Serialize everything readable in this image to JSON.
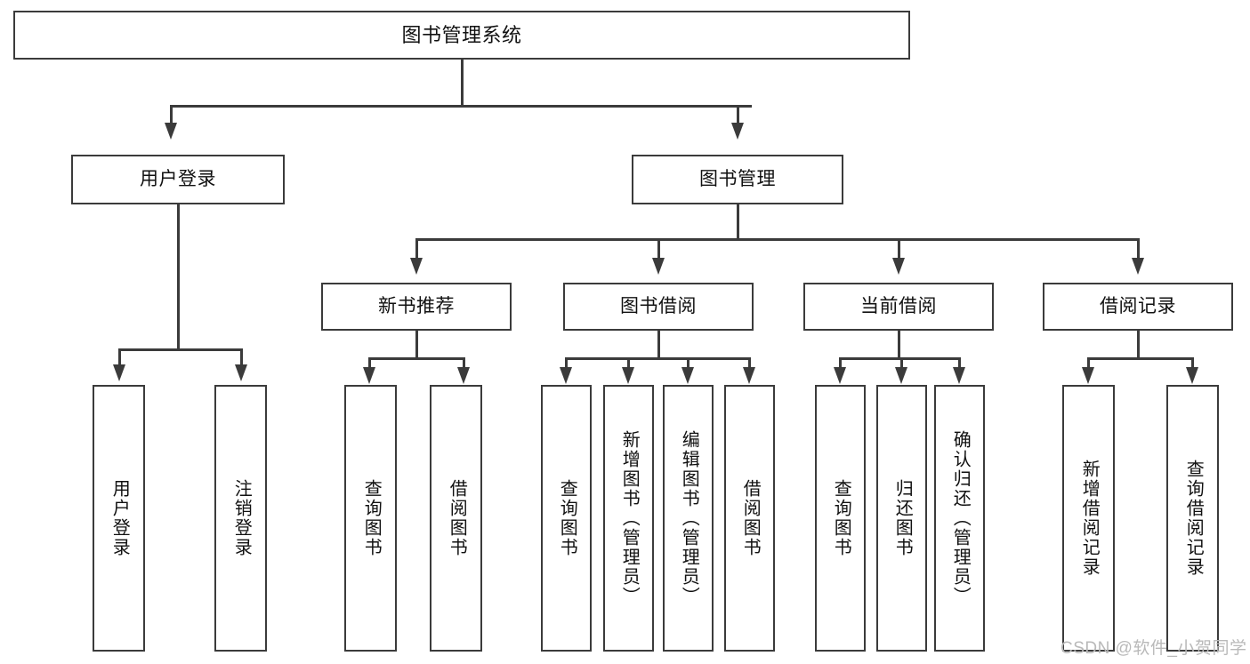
{
  "diagram": {
    "title": "图书管理系统",
    "type": "hierarchy-tree",
    "levels": 4,
    "colors": {
      "border": "#3b3b3b",
      "fill": "#ffffff",
      "text": "#111111",
      "watermark": "#b9b9b9"
    },
    "root": {
      "id": "root",
      "label": "图书管理系统"
    },
    "level2": [
      {
        "id": "user-login",
        "label": "用户登录"
      },
      {
        "id": "book-management",
        "label": "图书管理"
      }
    ],
    "level3": [
      {
        "id": "new-book-recommend",
        "label": "新书推荐",
        "parent": "book-management"
      },
      {
        "id": "book-borrow",
        "label": "图书借阅",
        "parent": "book-management"
      },
      {
        "id": "current-borrow",
        "label": "当前借阅",
        "parent": "book-management"
      },
      {
        "id": "borrow-record",
        "label": "借阅记录",
        "parent": "book-management"
      }
    ],
    "leaves": [
      {
        "id": "leaf-user-login",
        "label": "用户登录",
        "parent": "user-login"
      },
      {
        "id": "leaf-user-logout",
        "label": "注销登录",
        "parent": "user-login"
      },
      {
        "id": "leaf-query-book-1",
        "label": "查询图书",
        "parent": "new-book-recommend"
      },
      {
        "id": "leaf-borrow-book-1",
        "label": "借阅图书",
        "parent": "new-book-recommend"
      },
      {
        "id": "leaf-query-book-2",
        "label": "查询图书",
        "parent": "book-borrow"
      },
      {
        "id": "leaf-add-book",
        "label": "新增图书（管理员）",
        "parent": "book-borrow"
      },
      {
        "id": "leaf-edit-book",
        "label": "编辑图书（管理员）",
        "parent": "book-borrow"
      },
      {
        "id": "leaf-borrow-book-2",
        "label": "借阅图书",
        "parent": "book-borrow"
      },
      {
        "id": "leaf-query-book-3",
        "label": "查询图书",
        "parent": "current-borrow"
      },
      {
        "id": "leaf-return-book",
        "label": "归还图书",
        "parent": "current-borrow"
      },
      {
        "id": "leaf-confirm-return",
        "label": "确认归还（管理员）",
        "parent": "current-borrow"
      },
      {
        "id": "leaf-add-record",
        "label": "新增借阅记录",
        "parent": "borrow-record"
      },
      {
        "id": "leaf-query-record",
        "label": "查询借阅记录",
        "parent": "borrow-record"
      }
    ],
    "watermark": "CSDN @软件_小贺同学"
  }
}
